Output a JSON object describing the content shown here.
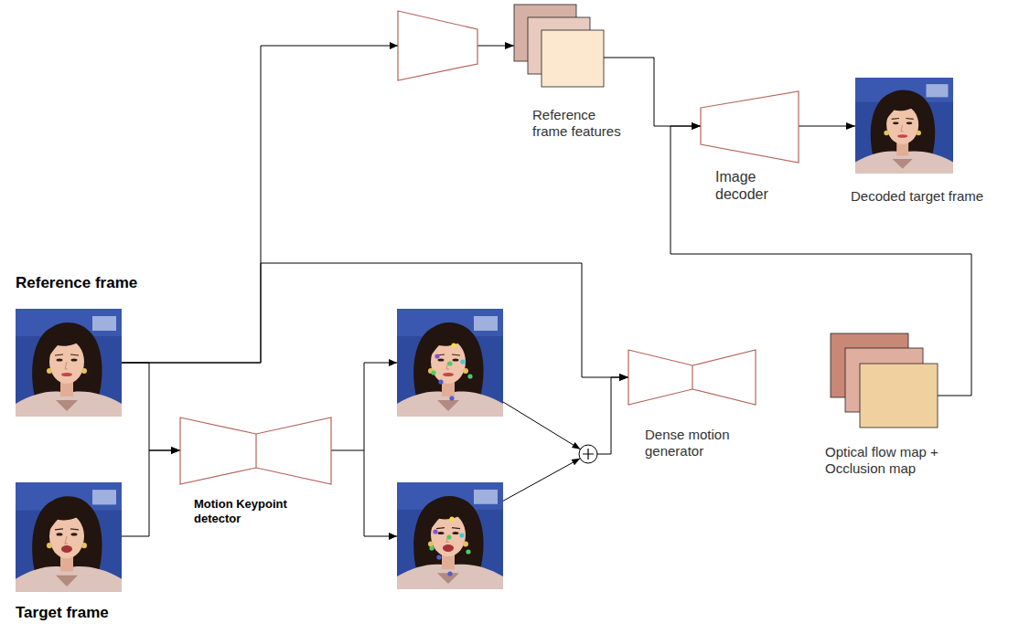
{
  "diagram": {
    "nodes": [
      {
        "text": [
          "Reference frame"
        ]
      },
      {
        "text": [
          "Target frame"
        ]
      },
      {
        "text": [
          "Reference frame features"
        ]
      },
      {
        "text": [
          "Image decoder"
        ]
      },
      {
        "text": [
          "Decoded target frame"
        ]
      },
      {
        "text": [
          "Motion Keypoint detector"
        ]
      },
      {
        "text": [
          "Dense motion generator"
        ]
      },
      {
        "text": [
          "Optical flow map + Occlusion map"
        ]
      }
    ],
    "edges": [
      {
        "from": 0,
        "to": 2,
        "arrow": "to"
      },
      {
        "from": 2,
        "to": 3,
        "arrow": "to"
      },
      {
        "from": 3,
        "to": 4,
        "arrow": "to"
      },
      {
        "from": 7,
        "to": 3,
        "arrow": "to"
      },
      {
        "from": 0,
        "to": 5,
        "arrow": "to"
      },
      {
        "from": 1,
        "to": 5,
        "arrow": "to"
      },
      {
        "from": 5,
        "to": 6,
        "arrow": "to"
      },
      {
        "from": 0,
        "to": 6,
        "arrow": "to"
      }
    ]
  }
}
